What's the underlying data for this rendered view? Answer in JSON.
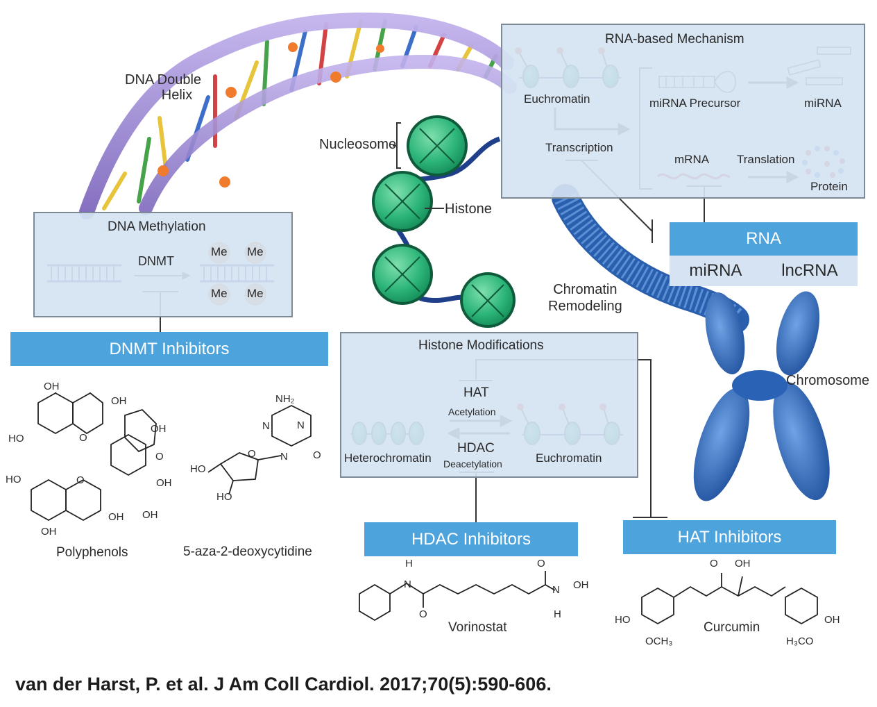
{
  "dna": {
    "label_line1": "DNA Double",
    "label_line2": "Helix"
  },
  "nucleosome": {
    "label": "Nucleosome",
    "histone_label": "Histone"
  },
  "chromatin_remodeling": {
    "line1": "Chromatin",
    "line2": "Remodeling"
  },
  "chromosome": {
    "label": "Chromosome"
  },
  "rna_mechanism": {
    "title": "RNA-based Mechanism",
    "euchromatin": "Euchromatin",
    "transcription": "Transcription",
    "mirna_precursor": "miRNA Precursor",
    "mirna": "miRNA",
    "mrna": "mRNA",
    "translation": "Translation",
    "protein": "Protein"
  },
  "rna_box": {
    "title": "RNA",
    "items": [
      "miRNA",
      "lncRNA"
    ]
  },
  "dna_methylation": {
    "title": "DNA Methylation",
    "enzyme": "DNMT",
    "methyl_tag": "Me"
  },
  "dnmt_inhibitors": {
    "title": "DNMT Inhibitors",
    "compound1": "Polyphenols",
    "compound2": "5-aza-2-deoxycytidine"
  },
  "histone_modifications": {
    "title": "Histone Modifications",
    "hat": "HAT",
    "acetylation": "Acetylation",
    "hdac": "HDAC",
    "deacetylation": "Deacetylation",
    "heterochromatin": "Heterochromatin",
    "euchromatin": "Euchromatin"
  },
  "hdac_inhibitors": {
    "title": "HDAC Inhibitors",
    "compound": "Vorinostat"
  },
  "hat_inhibitors": {
    "title": "HAT Inhibitors",
    "compound": "Curcumin"
  },
  "chem_labels": {
    "oh": "OH",
    "ho": "HO",
    "o": "O",
    "n": "N",
    "h": "H",
    "nh2": "NH₂",
    "och3": "OCH₃",
    "h3co": "H₃CO"
  },
  "citation": "van der Harst, P. et al. J Am Coll Cardiol. 2017;70(5):590-606.",
  "colors": {
    "panel_bg": "#d5e3f2",
    "bar_blue": "#4da3dc",
    "nucleosome_green": "#2db57a",
    "dna_purple": "#9b86cf",
    "chromosome_blue": "#3a78c6",
    "methyl_orange": "#f0a050"
  }
}
